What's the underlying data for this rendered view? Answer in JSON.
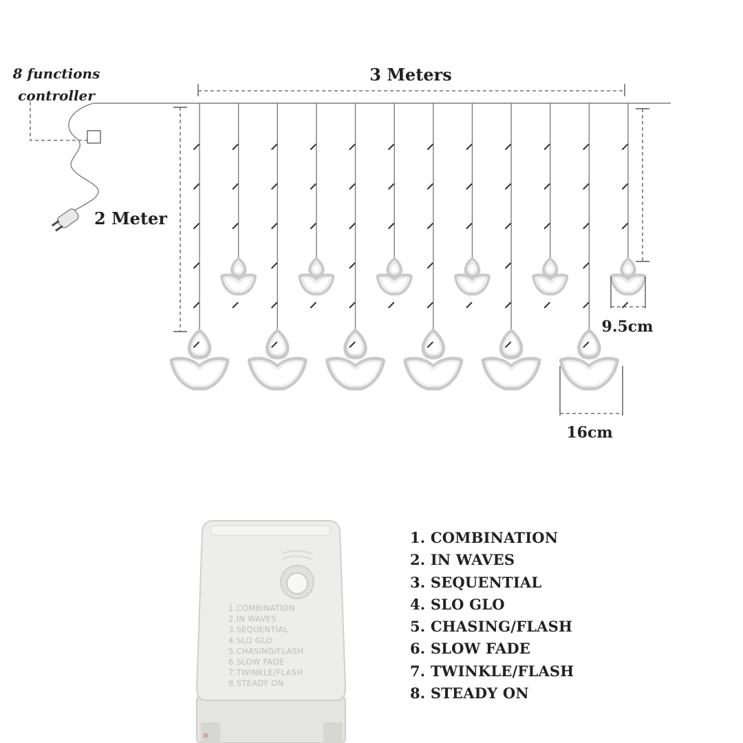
{
  "labels": {
    "controller_line1": "8 functions",
    "controller_line2": "controller",
    "width": "3 Meters",
    "height": "2 Meter",
    "small_lamp_size": "9.5cm",
    "large_lamp_size": "16cm"
  },
  "controller_box": {
    "print_lines": [
      "1.COMBINATION",
      "2.IN WAVES",
      "3.SEQUENTIAL",
      "4.SLO GLO",
      "5.CHASING/FLASH",
      "6.SLOW FADE",
      "7.TWINKLE/FLASH",
      "8.STEADY ON"
    ]
  },
  "functions": [
    {
      "number": "1.",
      "name": "COMBINATION"
    },
    {
      "number": "2.",
      "name": "IN WAVES"
    },
    {
      "number": "3.",
      "name": "SEQUENTIAL"
    },
    {
      "number": "4.",
      "name": "SLO GLO"
    },
    {
      "number": "5.",
      "name": "CHASING/FLASH"
    },
    {
      "number": "6.",
      "name": "SLOW FADE"
    },
    {
      "number": "7.",
      "name": "TWINKLE/FLASH"
    },
    {
      "number": "8.",
      "name": "STEADY ON"
    }
  ],
  "product": {
    "strand_count": 12,
    "large_lamp_count": 6,
    "small_lamp_count": 6
  }
}
